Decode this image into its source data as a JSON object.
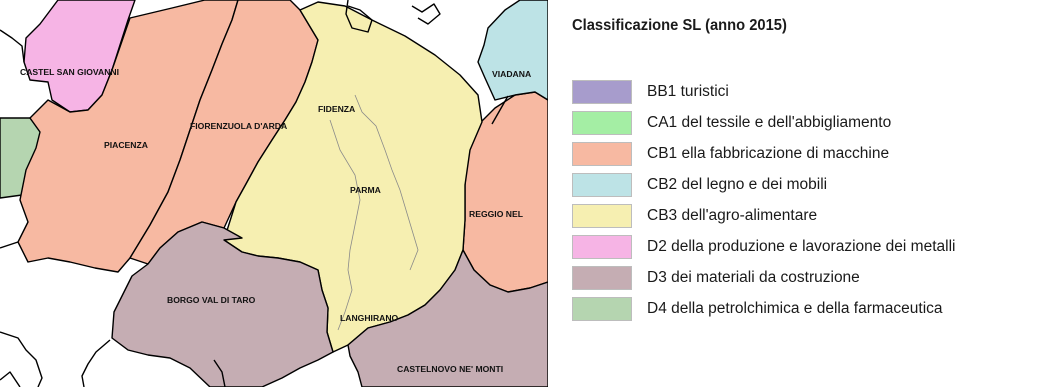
{
  "colors": {
    "turistici": "#a79ccc",
    "tessile": "#a4eea4",
    "macchine": "#f7b9a2",
    "legno": "#bde3e6",
    "agro": "#f6efb1",
    "metalli": "#f6b4e5",
    "materiali": "#c5adb3",
    "petrolchimica": "#b5d5b0"
  },
  "map": {
    "labels": {
      "castel_san_giovanni": "CASTEL SAN GIOVANNI",
      "viadana": "VIADANA",
      "fidenza": "FIDENZA",
      "fiorenzuola": "FIORENZUOLA D'ARDA",
      "piacenza": "PIACENZA",
      "parma": "PARMA",
      "reggio": "REGGIO NEL",
      "borgo_val_di_taro": "BORGO VAL DI TARO",
      "langhirano": "LANGHIRANO",
      "castelnovo": "CASTELNOVO NE' MONTI"
    }
  },
  "legend": {
    "title": "Classificazione SL (anno 2015)",
    "items": [
      {
        "label": "BB1 turistici",
        "color": "#a79ccc"
      },
      {
        "label": "CA1 del tessile e dell'abbigliamento",
        "color": "#a4eea4"
      },
      {
        "label": "CB1 ella fabbricazione di macchine",
        "color": "#f7b9a2"
      },
      {
        "label": "CB2 del legno e dei mobili",
        "color": "#bde3e6"
      },
      {
        "label": "CB3 dell'agro-alimentare",
        "color": "#f6efb1"
      },
      {
        "label": "D2 della produzione e lavorazione dei metalli",
        "color": "#f6b4e5"
      },
      {
        "label": "D3 dei materiali da costruzione",
        "color": "#c5adb3"
      },
      {
        "label": "D4 della petrolchimica e della farmaceutica",
        "color": "#b5d5b0"
      }
    ]
  }
}
